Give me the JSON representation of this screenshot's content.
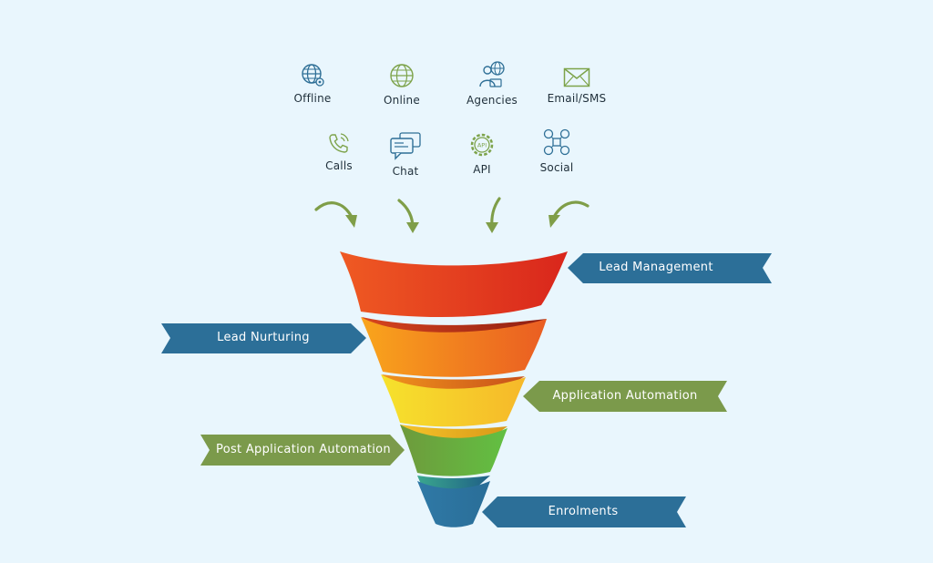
{
  "sources": [
    {
      "label": "Offline",
      "icon": "globe-gear-icon"
    },
    {
      "label": "Online",
      "icon": "globe-icon"
    },
    {
      "label": "Agencies",
      "icon": "agent-globe-icon"
    },
    {
      "label": "Email/SMS",
      "icon": "envelope-icon"
    },
    {
      "label": "Calls",
      "icon": "phone-call-icon"
    },
    {
      "label": "Chat",
      "icon": "chat-bubbles-icon"
    },
    {
      "label": "API",
      "icon": "api-gear-icon"
    },
    {
      "label": "Social",
      "icon": "social-media-icon"
    }
  ],
  "stages": [
    {
      "label": "Lead Management",
      "color": "#e63a1f"
    },
    {
      "label": "Lead Nurturing",
      "color": "#f07b1e"
    },
    {
      "label": "Application Automation",
      "color": "#f7d23a"
    },
    {
      "label": "Post Application Automation",
      "color": "#7dbb3c"
    },
    {
      "label": "Enrolments",
      "color": "#2e7aa3"
    }
  ],
  "colors": {
    "banner_blue": "#2c6f98",
    "banner_green": "#7b9a4b",
    "arrow_green": "#7f9e48",
    "icon_blue": "#2e6f96",
    "icon_green": "#7da34a"
  }
}
